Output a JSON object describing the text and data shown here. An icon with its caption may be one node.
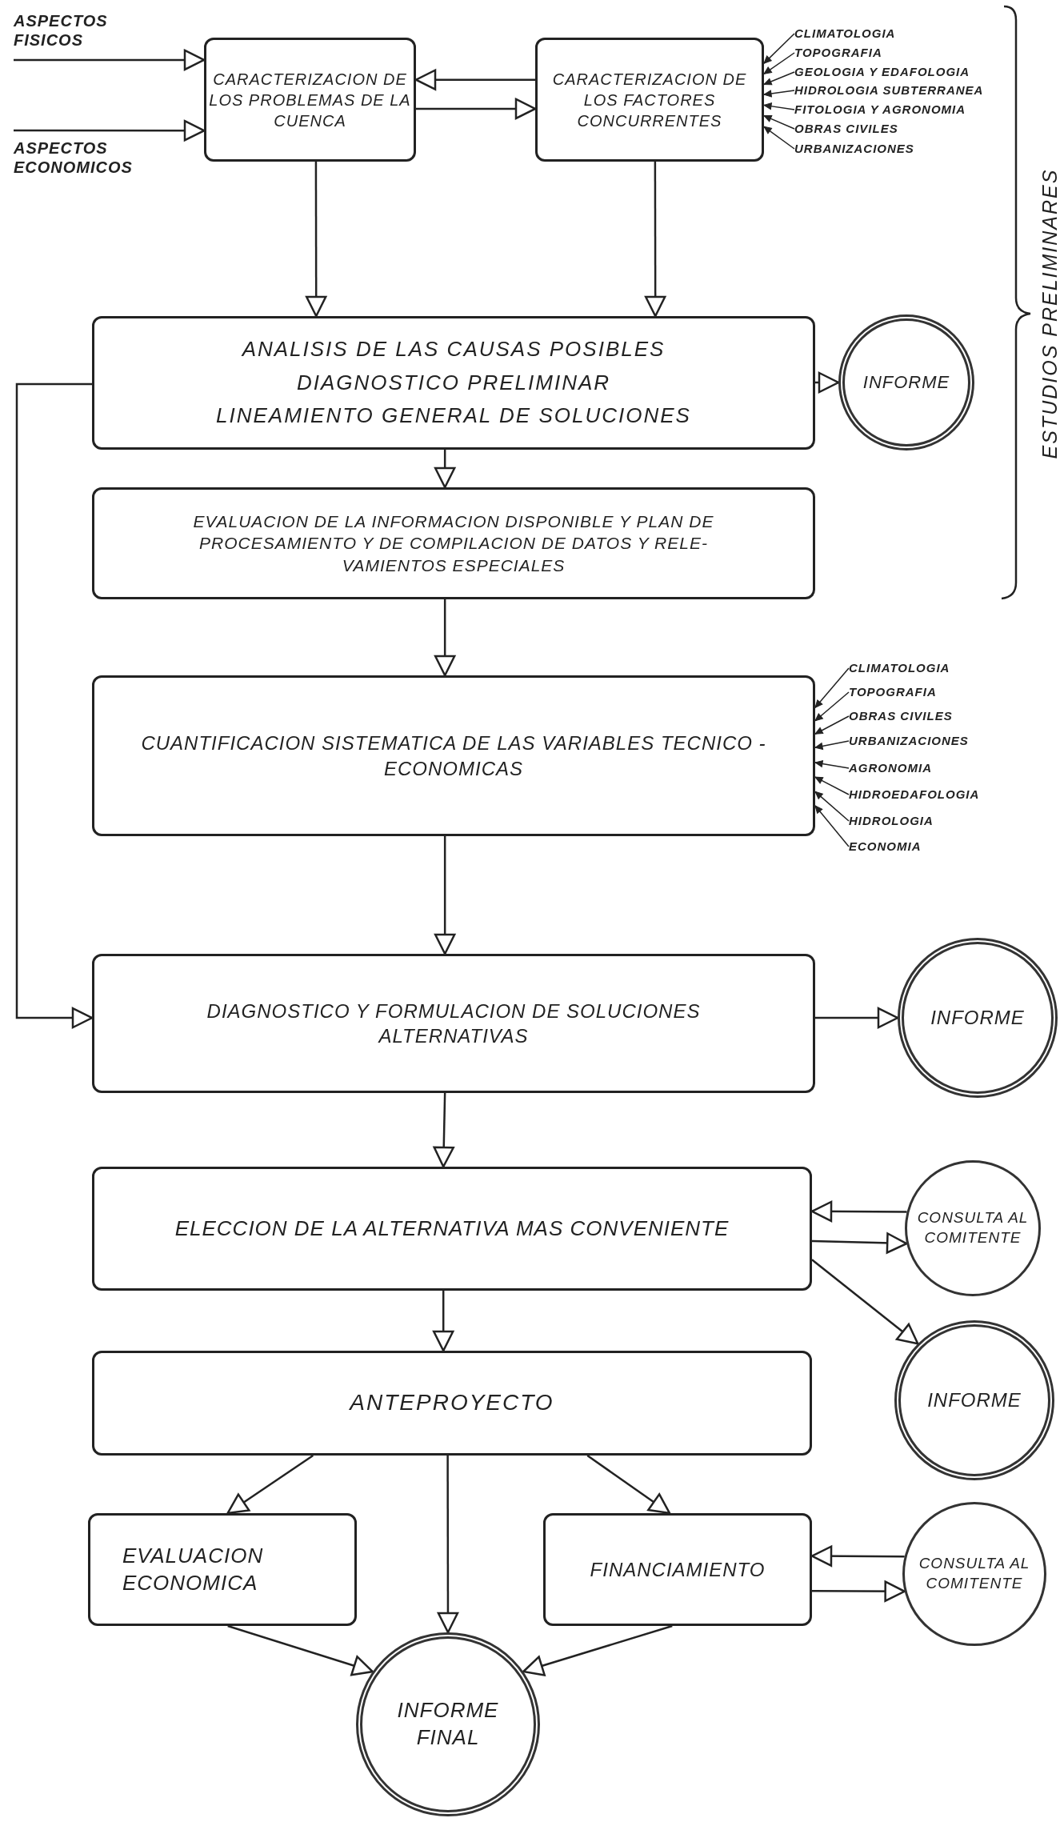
{
  "diagram": {
    "nodes": [
      {
        "text": [
          "ASPECTOS FISICOS"
        ]
      },
      {
        "text": [
          "CARACTERIZACION DE LOS PROBLEMAS DE LA CUENCA"
        ]
      },
      {
        "text": [
          "CARACTERIZACION DE LOS FACTORES CONCURRENTES"
        ]
      },
      {
        "text": [
          "CLIMATOLOGIA"
        ]
      },
      {
        "text": [
          "TOPOGRAFIA"
        ]
      },
      {
        "text": [
          "GEOLOGIA Y EDAFOLOGIA"
        ]
      },
      {
        "text": [
          "HIDROLOGIA SUBTERRANEA"
        ]
      },
      {
        "text": [
          "FITOLOGIA Y AGRONOMIA"
        ]
      },
      {
        "text": [
          "OBRAS CIVILES"
        ]
      },
      {
        "text": [
          "URBANIZACIONES"
        ]
      },
      {
        "text": [
          "ASPECTOS ECONOMICOS"
        ]
      },
      {
        "text": [
          "ANALISIS DE LAS CAUSAS POSIBLES",
          "DIAGNOSTICO PRELIMINAR",
          "LINEAMIENTO GENERAL DE SOLUCIONES"
        ]
      },
      {
        "text": [
          "INFORME"
        ]
      },
      {
        "text": [
          "EVALUACION DE LA INFORMACION DISPONIBLE Y PLAN DE PROCESAMIENTO Y DE COMPILACION DE DATOS Y RELE- VAMIENTOS ESPECIALES"
        ]
      },
      {
        "text": [
          "CUANTIFICACION SISTEMATICA DE LAS VARIABLES TECNICO - ECONOMICAS"
        ]
      },
      {
        "text": [
          "CLIMATOLOGIA"
        ]
      },
      {
        "text": [
          "TOPOGRAFIA"
        ]
      },
      {
        "text": [
          "OBRAS CIVILES"
        ]
      },
      {
        "text": [
          "URBANIZACIONES"
        ]
      },
      {
        "text": [
          "AGRONOMIA"
        ]
      },
      {
        "text": [
          "HIDROEDAFOLOGIA"
        ]
      },
      {
        "text": [
          "HIDROLOGIA"
        ]
      },
      {
        "text": [
          "ECONOMIA"
        ]
      },
      {
        "text": [
          "DIAGNOSTICO Y FORMULACION DE SOLUCIONES ALTERNATIVAS"
        ]
      },
      {
        "text": [
          "INFORME"
        ]
      },
      {
        "text": [
          "ELECCION DE LA ALTERNATIVA MAS CONVENIENTE"
        ]
      },
      {
        "text": [
          "CONSULTA AL COMITENTE"
        ]
      },
      {
        "text": [
          "INFORME"
        ]
      },
      {
        "text": [
          "ANTEPROYECTO"
        ]
      },
      {
        "text": [
          "EVALUACION ECONOMICA"
        ]
      },
      {
        "text": [
          "FINANCIAMIENTO"
        ]
      },
      {
        "text": [
          "CONSULTA AL COMITENTE"
        ]
      },
      {
        "text": [
          "INFORME FINAL"
        ]
      }
    ],
    "edges": [
      {
        "from": 0,
        "to": 1,
        "arrow": "to"
      },
      {
        "from": 2,
        "to": 1,
        "arrow": "to"
      },
      {
        "from": 1,
        "to": 2,
        "arrow": "to"
      },
      {
        "from": 1,
        "to": 11,
        "arrow": "to"
      },
      {
        "from": 2,
        "to": 11,
        "arrow": "to"
      },
      {
        "from": 3,
        "to": 2,
        "arrow": "to"
      },
      {
        "from": 4,
        "to": 2,
        "arrow": "to"
      },
      {
        "from": 5,
        "to": 2,
        "arrow": "to"
      },
      {
        "from": 6,
        "to": 2,
        "arrow": "to"
      },
      {
        "from": 7,
        "to": 2,
        "arrow": "to"
      },
      {
        "from": 8,
        "to": 2,
        "arrow": "to"
      },
      {
        "from": 9,
        "to": 2,
        "arrow": "to"
      },
      {
        "from": 10,
        "to": 1,
        "arrow": "to"
      },
      {
        "from": 11,
        "to": 12,
        "arrow": "to"
      },
      {
        "from": 11,
        "to": 13,
        "arrow": "to"
      },
      {
        "from": 13,
        "to": 14,
        "arrow": "to"
      },
      {
        "from": 15,
        "to": 14,
        "arrow": "to"
      },
      {
        "from": 16,
        "to": 14,
        "arrow": "to"
      },
      {
        "from": 17,
        "to": 14,
        "arrow": "to"
      },
      {
        "from": 18,
        "to": 14,
        "arrow": "to"
      },
      {
        "from": 19,
        "to": 14,
        "arrow": "to"
      },
      {
        "from": 20,
        "to": 14,
        "arrow": "to"
      },
      {
        "from": 21,
        "to": 14,
        "arrow": "to"
      },
      {
        "from": 22,
        "to": 14,
        "arrow": "to"
      },
      {
        "from": 14,
        "to": 23,
        "arrow": "to"
      },
      {
        "from": 11,
        "to": 23,
        "arrow": "to"
      },
      {
        "from": 23,
        "to": 24,
        "arrow": "to"
      },
      {
        "from": 23,
        "to": 25,
        "arrow": "to"
      },
      {
        "from": 26,
        "to": 25,
        "arrow": "to"
      },
      {
        "from": 25,
        "to": 26,
        "arrow": "to"
      },
      {
        "from": 25,
        "to": 27,
        "arrow": "to"
      },
      {
        "from": 25,
        "to": 28,
        "arrow": "to"
      },
      {
        "from": 28,
        "to": 29,
        "arrow": "to"
      },
      {
        "from": 28,
        "to": 32,
        "arrow": "to"
      },
      {
        "from": 28,
        "to": 30,
        "arrow": "to"
      },
      {
        "from": 31,
        "to": 30,
        "arrow": "to"
      },
      {
        "from": 30,
        "to": 31,
        "arrow": "to"
      },
      {
        "from": 29,
        "to": 32,
        "arrow": "to"
      },
      {
        "from": 30,
        "to": 32,
        "arrow": "to"
      }
    ],
    "labels": [
      "ESTUDIOS PRELIMINARES"
    ]
  }
}
